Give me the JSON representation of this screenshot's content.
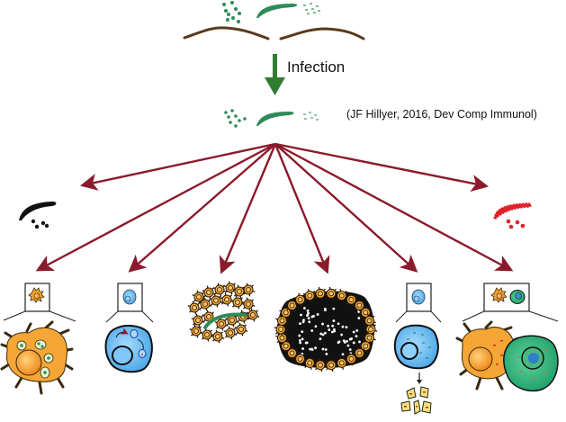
{
  "figure": {
    "infection_label": "Infection",
    "citation": "(JF Hillyer, 2016, Dev Comp Immunol)",
    "colors": {
      "arrow": "#8b1a2b",
      "pathogen_green": "#2e8b57",
      "soil_brown": "#5a3a1a",
      "hemocyte_orange": "#f0a030",
      "hemocyte_blue": "#6ec0f0",
      "teal_cell": "#3cb371",
      "melanin": "#111111",
      "killed_red": "#e0202a"
    },
    "source": {
      "description": "Pathogens (bacteria, fungi, parasites) crossing a cuticle/epithelial barrier"
    },
    "responses": [
      {
        "id": "melanization-killing",
        "description": "Melanized (black) pathogen"
      },
      {
        "id": "lysis-killing",
        "description": "Lysed (red) pathogen"
      },
      {
        "id": "phagocytosis",
        "description": "Phagocytic hemocyte engulfing microbes",
        "has_inset": true
      },
      {
        "id": "signaling",
        "description": "Hemocyte with internal signaling arrows",
        "has_inset": true
      },
      {
        "id": "encapsulation",
        "description": "Hemocytes surrounding parasite"
      },
      {
        "id": "nodulation",
        "description": "Melanized nodule of hemocytes and microbes"
      },
      {
        "id": "hemocyte-lysis",
        "description": "Hemocyte fragmenting into debris",
        "has_inset": true
      },
      {
        "id": "hemocyte-differentiation",
        "description": "Hemocyte subtypes (orange and green)",
        "has_inset": true
      }
    ]
  }
}
